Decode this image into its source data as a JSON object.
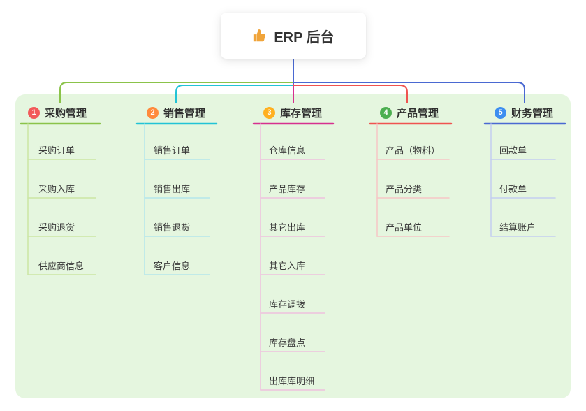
{
  "canvas": {
    "panel_background": "#e5f6df",
    "page_background": "#ffffff"
  },
  "root": {
    "title": "ERP 后台",
    "icon": "thumbs-up-icon",
    "icon_color": "#f0a43a",
    "stem_color": "#4a69d2"
  },
  "branches": [
    {
      "badge": "1",
      "badge_color": "#f25a5a",
      "color": "#8bc34a",
      "light_color": "#cbe6a3",
      "label": "采购管理",
      "children": [
        "采购订单",
        "采购入库",
        "采购退货",
        "供应商信息"
      ]
    },
    {
      "badge": "2",
      "badge_color": "#ff8a3c",
      "color": "#22c3d6",
      "light_color": "#b4e6ec",
      "label": "销售管理",
      "children": [
        "销售订单",
        "销售出库",
        "销售退货",
        "客户信息"
      ]
    },
    {
      "badge": "3",
      "badge_color": "#ffb020",
      "color": "#d6308f",
      "light_color": "#efc0de",
      "label": "库存管理",
      "children": [
        "仓库信息",
        "产品库存",
        "其它出库",
        "其它入库",
        "库存调拨",
        "库存盘点",
        "出库库明细"
      ]
    },
    {
      "badge": "4",
      "badge_color": "#4caf50",
      "color": "#ef5350",
      "light_color": "#f6c6c6",
      "label": "产品管理",
      "children": [
        "产品（物料）",
        "产品分类",
        "产品单位"
      ]
    },
    {
      "badge": "5",
      "badge_color": "#3d8ef0",
      "color": "#4a69d2",
      "light_color": "#c3cdf0",
      "label": "财务管理",
      "children": [
        "回款单",
        "付款单",
        "结算账户"
      ]
    }
  ]
}
